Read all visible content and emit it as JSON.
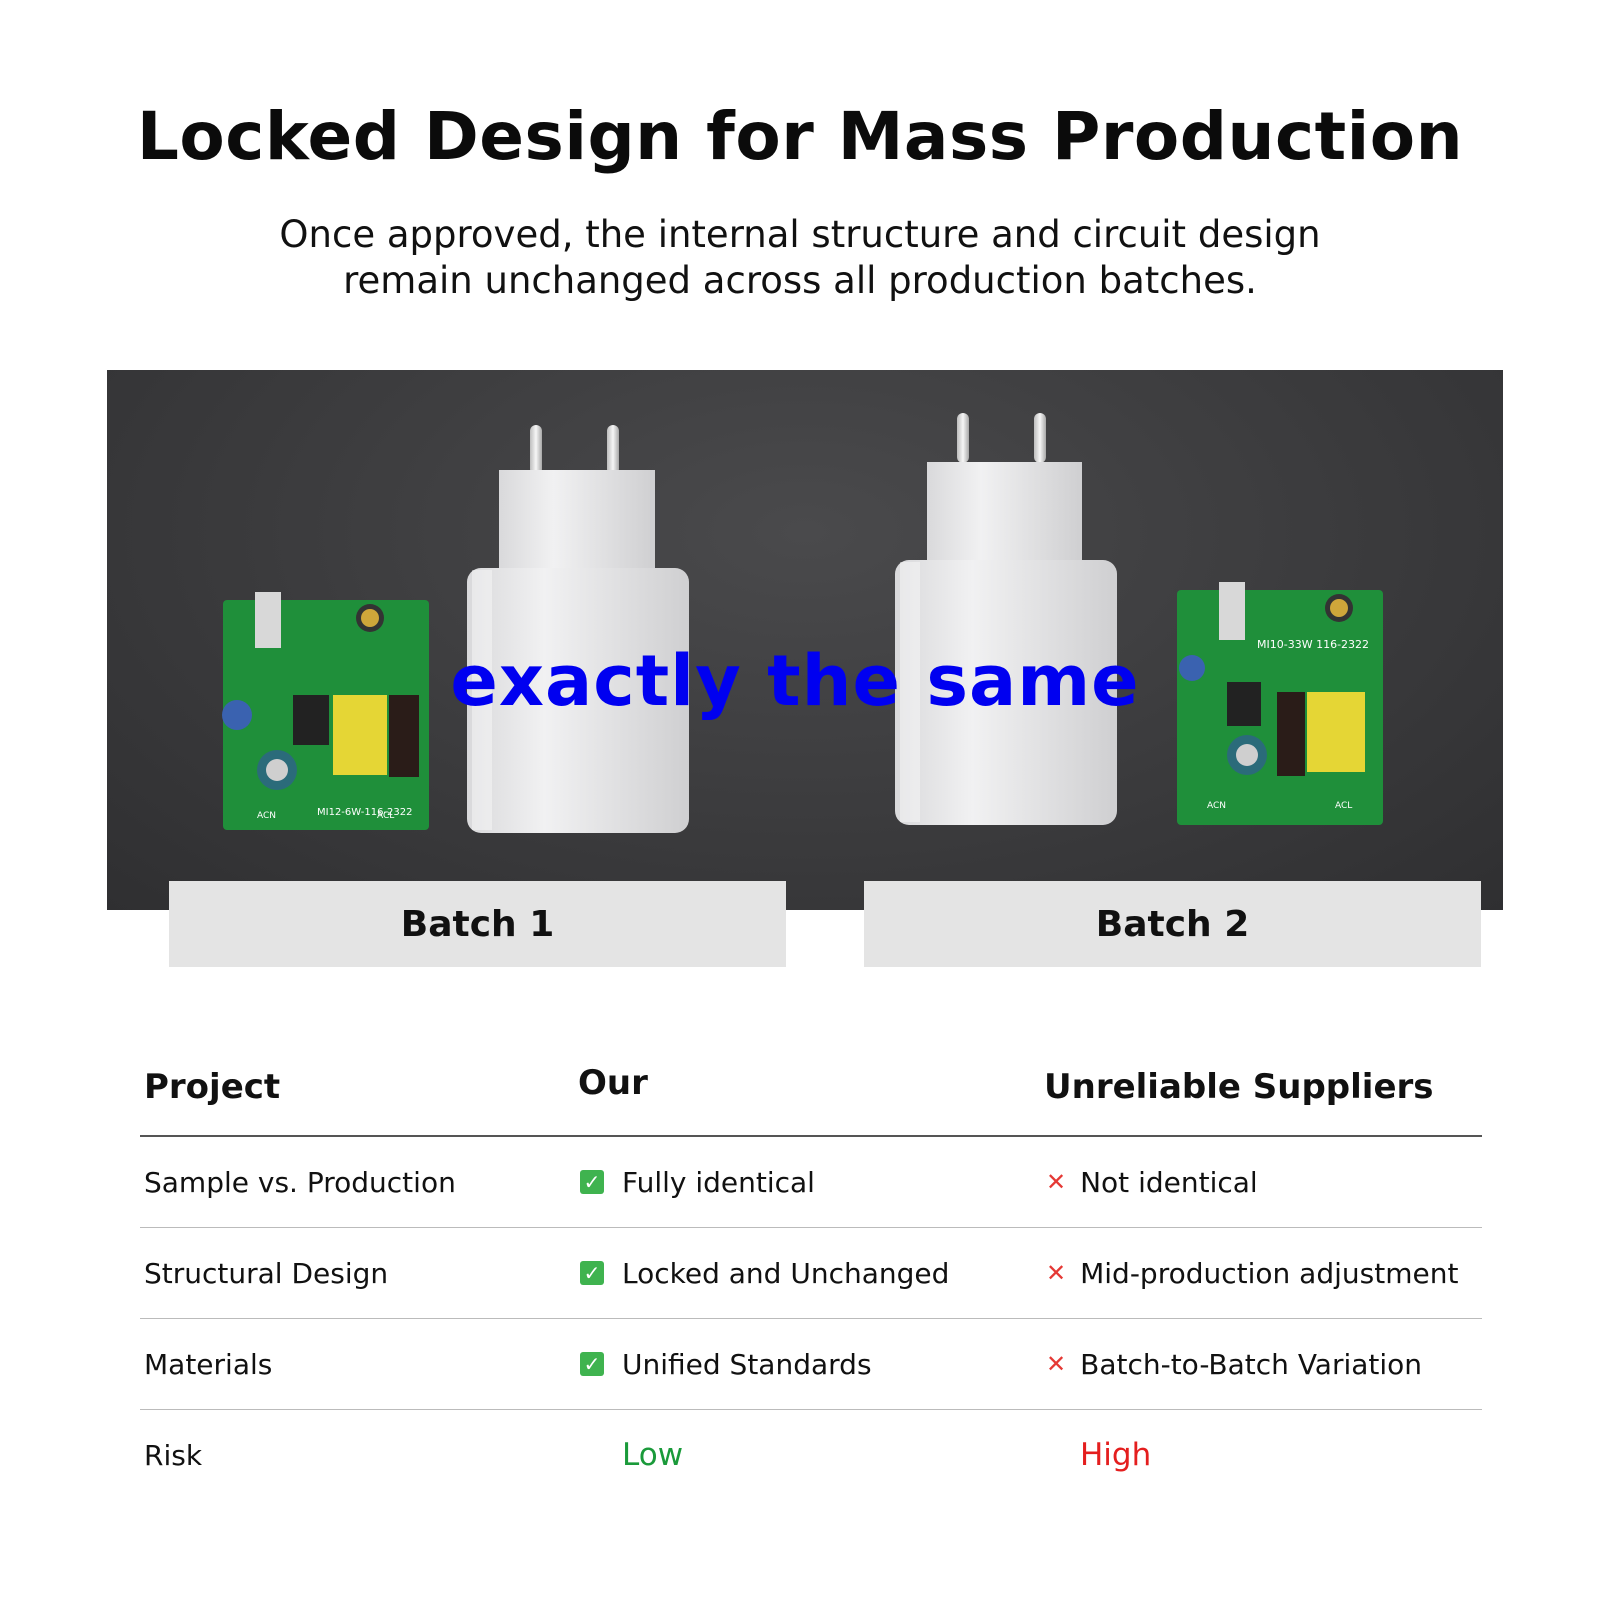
{
  "header": {
    "title": "Locked Design for Mass Production",
    "subtitle_line1": "Once approved, the internal structure and circuit design",
    "subtitle_line2": "remain unchanged across all production batches."
  },
  "photo": {
    "overlay_text": "exactly the same",
    "overlay_color": "#0000f0",
    "pcb_left_print": "MI12-6W-116-2322",
    "pcb_right_print": "MI10-33W 116-2322",
    "pcb_pin_labels": [
      "ACN",
      "ACL"
    ]
  },
  "batches": [
    "Batch 1",
    "Batch 2"
  ],
  "table": {
    "headers": [
      "Project",
      "Our",
      "Unreliable Suppliers"
    ],
    "rows": [
      {
        "project": "Sample vs. Production",
        "our": "Fully identical",
        "supplier": "Not identical"
      },
      {
        "project": "Structural Design",
        "our": "Locked and Unchanged",
        "supplier": "Mid-production adjustment"
      },
      {
        "project": "Materials",
        "our": "Unified Standards",
        "supplier": "Batch-to-Batch Variation"
      },
      {
        "project": "Risk",
        "our": "Low",
        "supplier": "High"
      }
    ],
    "colors": {
      "good": "#1a9a3a",
      "bad": "#e41e1e",
      "check_bg": "#3fb34f",
      "cross": "#e53935"
    }
  }
}
